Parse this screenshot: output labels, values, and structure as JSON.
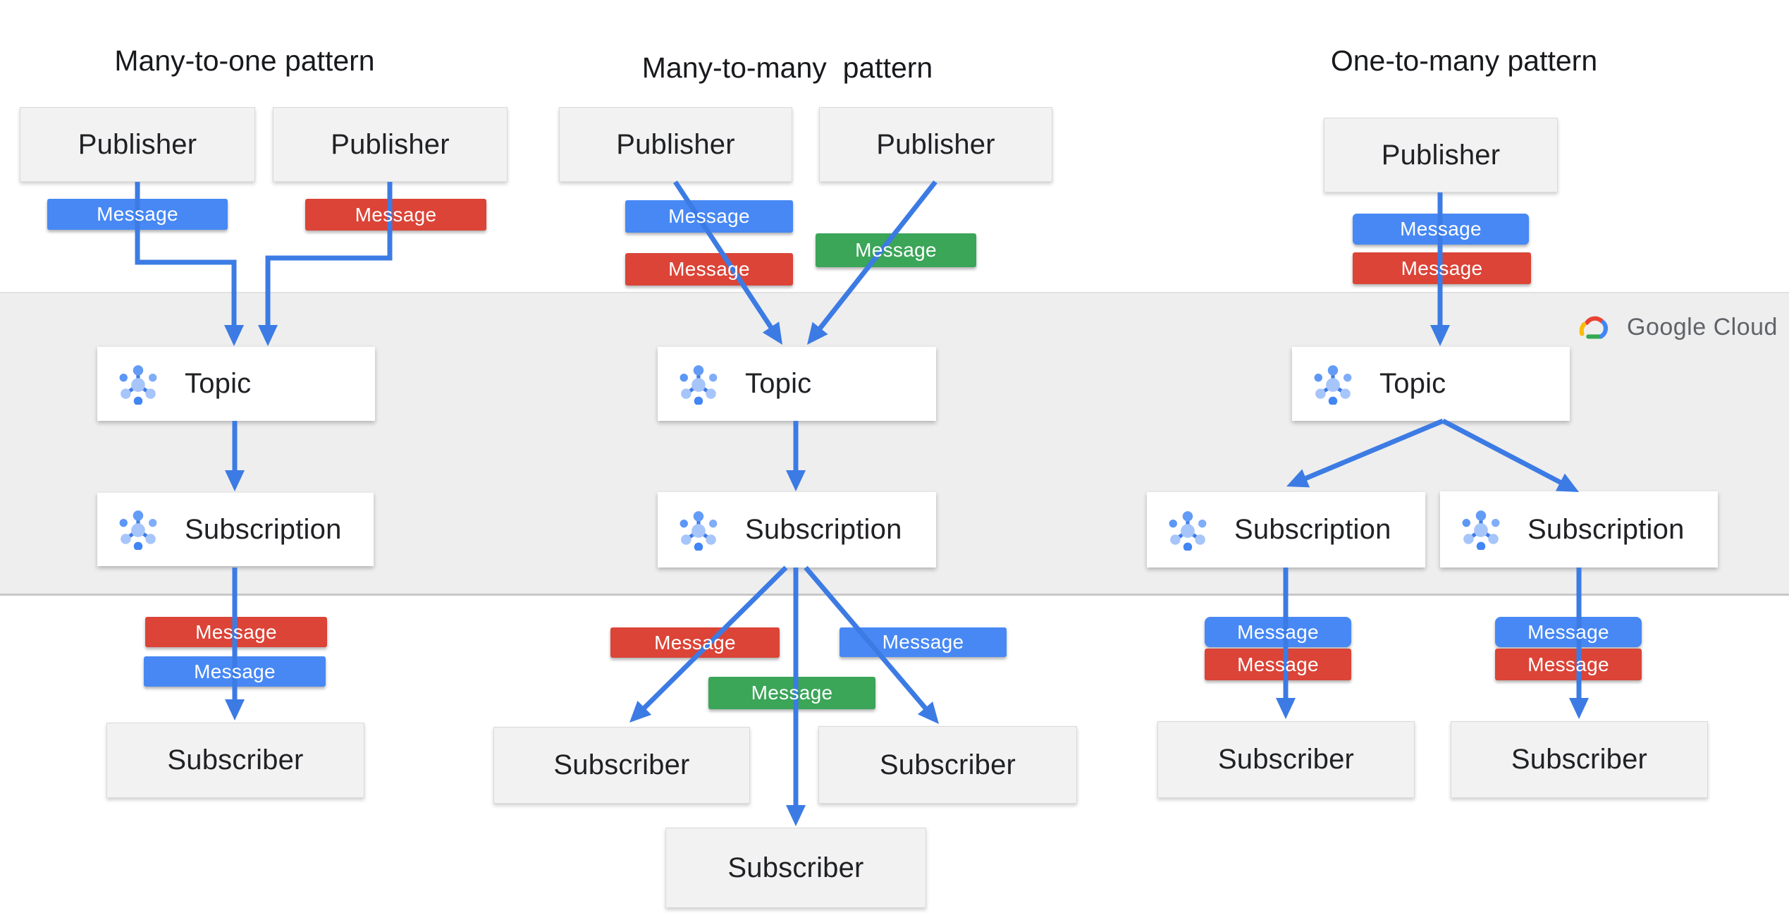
{
  "titles": [
    {
      "text": "Many-to-one pattern"
    },
    {
      "text": "Many-to-many  pattern"
    },
    {
      "text": "One-to-many pattern"
    }
  ],
  "logo": {
    "wordmark": "Google Cloud",
    "icon": "google-cloud-icon"
  },
  "colors": {
    "blue": "#4788F4",
    "red": "#DB4437",
    "green": "#3BA558",
    "line": "#3C7BE4",
    "band": "#EEEEEE",
    "gray_box": "#F2F2F2",
    "white_box": "#FFFFFF",
    "title_text": "#17191C",
    "box_text": "#202124",
    "badge_text": "#FFFFFF",
    "logo_text": "#5F6368",
    "icon_blue_dark": "#4285F4",
    "icon_blue_light": "#A6C5FA"
  },
  "boxes": [
    {
      "id": "p1",
      "label": "Publisher",
      "kind": "gray",
      "name": "publisher-box"
    },
    {
      "id": "p2",
      "label": "Publisher",
      "kind": "gray",
      "name": "publisher-box"
    },
    {
      "id": "p3",
      "label": "Publisher",
      "kind": "gray",
      "name": "publisher-box"
    },
    {
      "id": "p4",
      "label": "Publisher",
      "kind": "gray",
      "name": "publisher-box"
    },
    {
      "id": "p5",
      "label": "Publisher",
      "kind": "gray",
      "name": "publisher-box"
    },
    {
      "id": "t1",
      "label": "Topic",
      "kind": "white",
      "name": "topic-box",
      "icon": "pubsub-topic-icon"
    },
    {
      "id": "t2",
      "label": "Topic",
      "kind": "white",
      "name": "topic-box",
      "icon": "pubsub-topic-icon"
    },
    {
      "id": "t3",
      "label": "Topic",
      "kind": "white",
      "name": "topic-box",
      "icon": "pubsub-topic-icon"
    },
    {
      "id": "u1",
      "label": "Subscription",
      "kind": "white",
      "name": "subscription-box",
      "icon": "pubsub-subscription-icon"
    },
    {
      "id": "u2",
      "label": "Subscription",
      "kind": "white",
      "name": "subscription-box",
      "icon": "pubsub-subscription-icon"
    },
    {
      "id": "u3",
      "label": "Subscription",
      "kind": "white",
      "name": "subscription-box",
      "icon": "pubsub-subscription-icon"
    },
    {
      "id": "u4",
      "label": "Subscription",
      "kind": "white",
      "name": "subscription-box",
      "icon": "pubsub-subscription-icon"
    },
    {
      "id": "s1",
      "label": "Subscriber",
      "kind": "gray",
      "name": "subscriber-box"
    },
    {
      "id": "s2",
      "label": "Subscriber",
      "kind": "gray",
      "name": "subscriber-box"
    },
    {
      "id": "s3",
      "label": "Subscriber",
      "kind": "gray",
      "name": "subscriber-box"
    },
    {
      "id": "s4",
      "label": "Subscriber",
      "kind": "gray",
      "name": "subscriber-box"
    },
    {
      "id": "s5",
      "label": "Subscriber",
      "kind": "gray",
      "name": "subscriber-box"
    },
    {
      "id": "s6",
      "label": "Subscriber",
      "kind": "gray",
      "name": "subscriber-box"
    }
  ],
  "badges": [
    {
      "id": "b1",
      "label": "Message",
      "color": "blue"
    },
    {
      "id": "b2",
      "label": "Message",
      "color": "red"
    },
    {
      "id": "b3",
      "label": "Message",
      "color": "red"
    },
    {
      "id": "b4",
      "label": "Message",
      "color": "blue"
    },
    {
      "id": "b5",
      "label": "Message",
      "color": "blue"
    },
    {
      "id": "b6",
      "label": "Message",
      "color": "red"
    },
    {
      "id": "b7",
      "label": "Message",
      "color": "green"
    },
    {
      "id": "b8",
      "label": "Message",
      "color": "red"
    },
    {
      "id": "b9",
      "label": "Message",
      "color": "blue"
    },
    {
      "id": "b10",
      "label": "Message",
      "color": "green"
    },
    {
      "id": "b11",
      "label": "Message",
      "color": "blue"
    },
    {
      "id": "b12",
      "label": "Message",
      "color": "red"
    },
    {
      "id": "b13",
      "label": "Message",
      "color": "blue"
    },
    {
      "id": "b14",
      "label": "Message",
      "color": "red"
    },
    {
      "id": "b15",
      "label": "Message",
      "color": "blue"
    },
    {
      "id": "b16",
      "label": "Message",
      "color": "red"
    }
  ]
}
